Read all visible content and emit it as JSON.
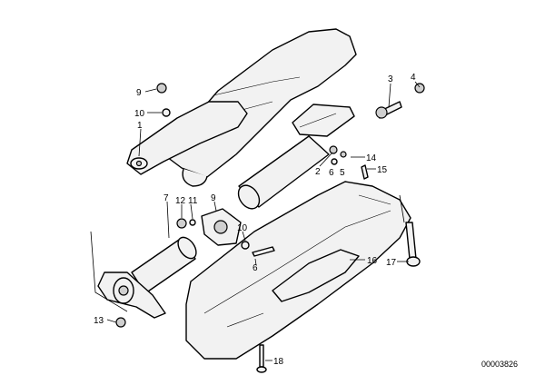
{
  "diagram": {
    "callouts": [
      {
        "id": "callout-9-top",
        "text": "9"
      },
      {
        "id": "callout-10-top",
        "text": "10"
      },
      {
        "id": "callout-1",
        "text": "1"
      },
      {
        "id": "callout-3",
        "text": "3"
      },
      {
        "id": "callout-4",
        "text": "4"
      },
      {
        "id": "callout-14",
        "text": "14"
      },
      {
        "id": "callout-15",
        "text": "15"
      },
      {
        "id": "callout-2",
        "text": "2"
      },
      {
        "id": "callout-6-upper",
        "text": "6"
      },
      {
        "id": "callout-5",
        "text": "5"
      },
      {
        "id": "callout-7",
        "text": "7"
      },
      {
        "id": "callout-12",
        "text": "12"
      },
      {
        "id": "callout-11",
        "text": "11"
      },
      {
        "id": "callout-9-mid",
        "text": "9"
      },
      {
        "id": "callout-10-mid",
        "text": "10"
      },
      {
        "id": "callout-6-lower",
        "text": "6"
      },
      {
        "id": "callout-16",
        "text": "16"
      },
      {
        "id": "callout-17",
        "text": "17"
      },
      {
        "id": "callout-13",
        "text": "13"
      },
      {
        "id": "callout-18",
        "text": "18"
      }
    ],
    "document_number": "00003826"
  }
}
